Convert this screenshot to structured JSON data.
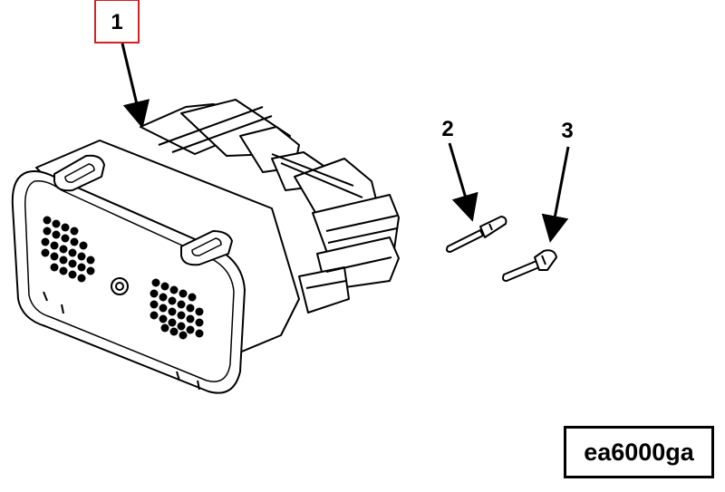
{
  "figure": {
    "code": "ea6000ga",
    "callouts": [
      {
        "id": 1,
        "label": "1",
        "highlighted": true
      },
      {
        "id": 2,
        "label": "2",
        "highlighted": false
      },
      {
        "id": 3,
        "label": "3",
        "highlighted": false
      }
    ]
  },
  "colors": {
    "line": "#000000",
    "highlight_box": "#d42020",
    "background": "#ffffff"
  }
}
